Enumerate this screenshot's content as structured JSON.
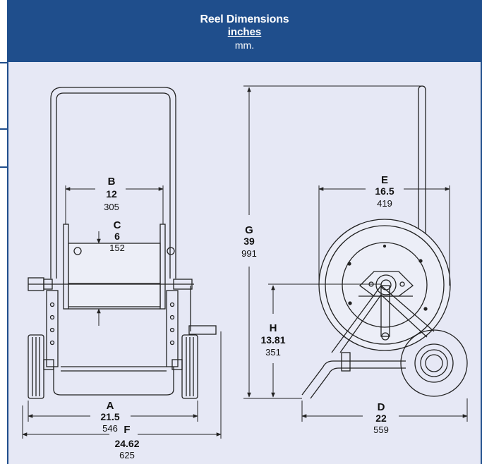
{
  "header": {
    "title": "Reel Dimensions",
    "unit_inches": "inches",
    "unit_mm": "mm."
  },
  "dimensions": {
    "A": {
      "letter": "A",
      "inches": "21.5",
      "mm": "546"
    },
    "B": {
      "letter": "B",
      "inches": "12",
      "mm": "305"
    },
    "C": {
      "letter": "C",
      "inches": "6",
      "mm": "152"
    },
    "D": {
      "letter": "D",
      "inches": "22",
      "mm": "559"
    },
    "E": {
      "letter": "E",
      "inches": "16.5",
      "mm": "419"
    },
    "F": {
      "letter": "F",
      "inches": "24.62",
      "mm": "625"
    },
    "G": {
      "letter": "G",
      "inches": "39",
      "mm": "991"
    },
    "H": {
      "letter": "H",
      "inches": "13.81",
      "mm": "351"
    }
  },
  "colors": {
    "frame": "#1f4e8c",
    "panel": "#e6e8f5",
    "line": "#222222"
  }
}
